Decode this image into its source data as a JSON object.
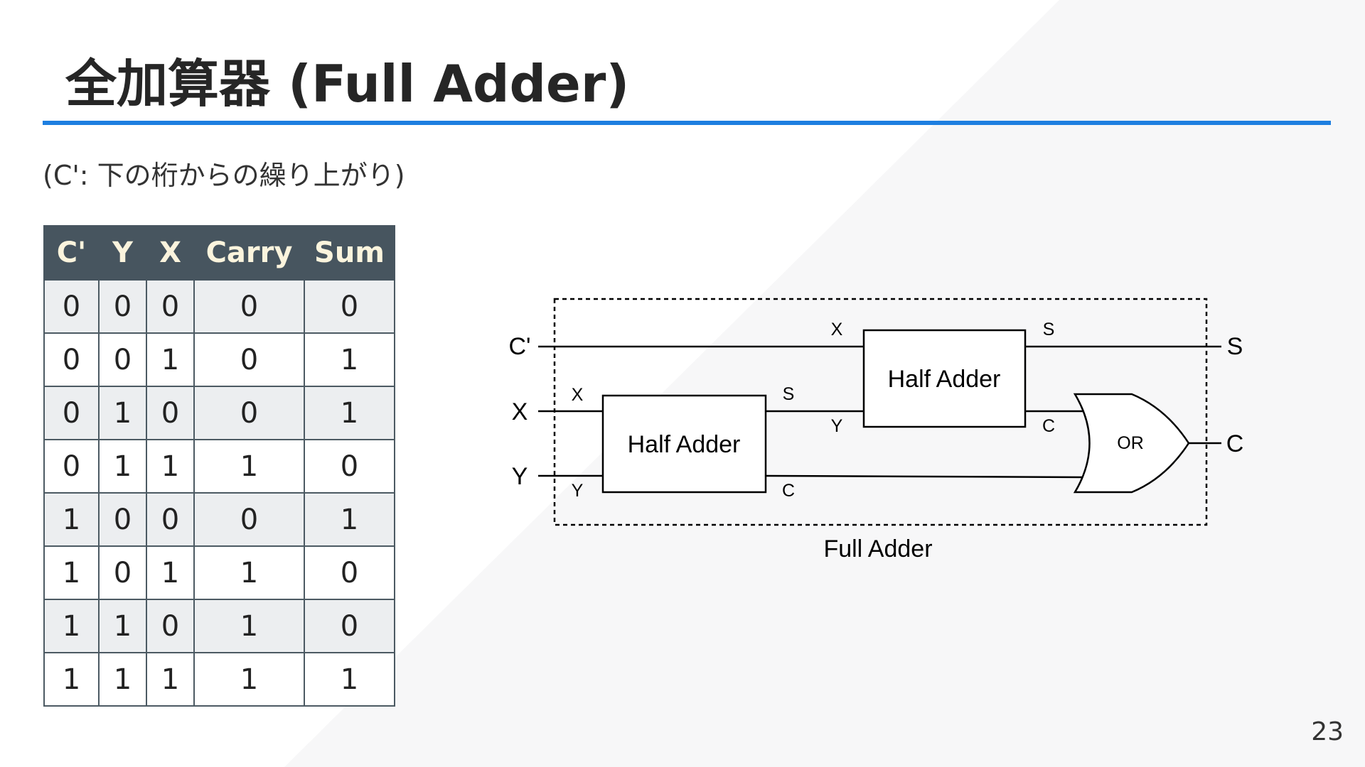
{
  "slide": {
    "title": "全加算器 (Full Adder)",
    "subtitle": "(C': 下の桁からの繰り上がり)",
    "page_number": "23",
    "accent_color": "#1e7fe0"
  },
  "truth_table": {
    "headers": [
      "C'",
      "Y",
      "X",
      "Carry",
      "Sum"
    ],
    "rows": [
      [
        "0",
        "0",
        "0",
        "0",
        "0"
      ],
      [
        "0",
        "0",
        "1",
        "0",
        "1"
      ],
      [
        "0",
        "1",
        "0",
        "0",
        "1"
      ],
      [
        "0",
        "1",
        "1",
        "1",
        "0"
      ],
      [
        "1",
        "0",
        "0",
        "0",
        "1"
      ],
      [
        "1",
        "0",
        "1",
        "1",
        "0"
      ],
      [
        "1",
        "1",
        "0",
        "1",
        "0"
      ],
      [
        "1",
        "1",
        "1",
        "1",
        "1"
      ]
    ]
  },
  "diagram": {
    "inputs": {
      "c_prime": "C'",
      "x": "X",
      "y": "Y"
    },
    "outputs": {
      "s": "S",
      "c": "C"
    },
    "half_adder_1": {
      "label": "Half Adder",
      "in_x": "X",
      "in_y": "Y",
      "out_s": "S",
      "out_c": "C"
    },
    "half_adder_2": {
      "label": "Half Adder",
      "in_x": "X",
      "in_y": "Y",
      "out_s": "S",
      "out_c": "C"
    },
    "or_gate": {
      "label": "OR"
    },
    "enclosure_label": "Full Adder"
  }
}
